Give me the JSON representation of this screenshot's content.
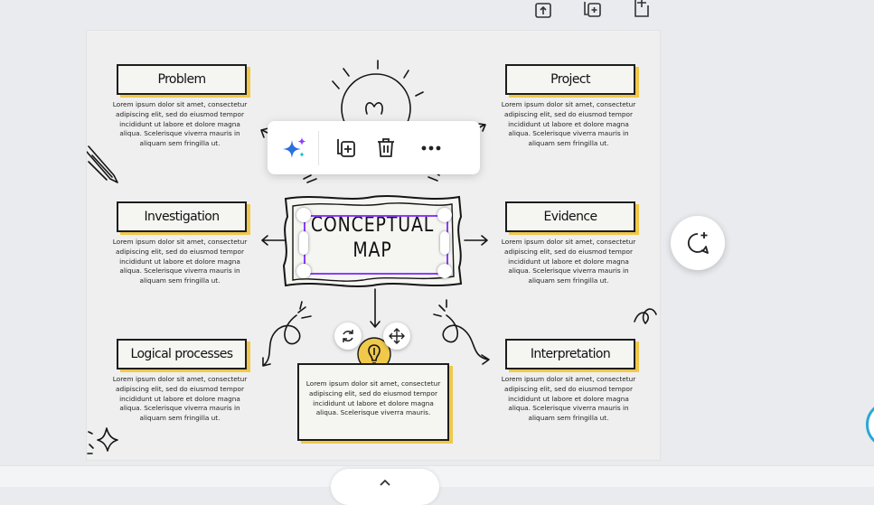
{
  "top_toolbar": {
    "icons": [
      "upload-page-icon",
      "duplicate-page-icon",
      "add-page-icon"
    ]
  },
  "mind_map": {
    "center_title_line1": "CONCEPTUAL",
    "center_title_line2": "MAP",
    "nodes": [
      {
        "title": "Problem",
        "body": "Lorem ipsum dolor sit amet, consectetur adipiscing elit, sed do eiusmod tempor incididunt ut labore et dolore magna aliqua. Scelerisque viverra mauris in aliquam sem fringilla ut."
      },
      {
        "title": "Project",
        "body": "Lorem ipsum dolor sit amet, consectetur adipiscing elit, sed do eiusmod tempor incididunt ut labore et dolore magna aliqua. Scelerisque viverra mauris in aliquam sem fringilla ut."
      },
      {
        "title": "Investigation",
        "body": "Lorem ipsum dolor sit amet, consectetur adipiscing elit, sed do eiusmod tempor incididunt ut labore et dolore magna aliqua. Scelerisque viverra mauris in aliquam sem fringilla ut."
      },
      {
        "title": "Evidence",
        "body": "Lorem ipsum dolor sit amet, consectetur adipiscing elit, sed do eiusmod tempor incididunt ut labore et dolore magna aliqua. Scelerisque viverra mauris in aliquam sem fringilla ut."
      },
      {
        "title": "Logical processes",
        "body": "Lorem ipsum dolor sit amet, consectetur adipiscing elit, sed do eiusmod tempor incididunt ut labore et dolore magna aliqua. Scelerisque viverra mauris in aliquam sem fringilla ut."
      },
      {
        "title": "Interpretation",
        "body": "Lorem ipsum dolor sit amet, consectetur adipiscing elit, sed do eiusmod tempor incididunt ut labore et dolore magna aliqua. Scelerisque viverra mauris in aliquam sem fringilla ut."
      }
    ],
    "bottom_box_text": "Lorem ipsum dolor sit amet, consectetur adipiscing elit, sed do eiusmod tempor incididunt ut labore et dolore magna aliqua. Scelerisque viverra mauris."
  },
  "context_toolbar": {
    "buttons": [
      "magic-sparkle-icon",
      "duplicate-icon",
      "delete-icon",
      "more-icon"
    ]
  },
  "selection_handles": [
    "rotate-icon",
    "move-icon"
  ],
  "comment_button_icon": "add-comment-icon",
  "pages_toggle_icon": "chevron-up-icon",
  "colors": {
    "accent_yellow": "#f0c84a",
    "selection_purple": "#8b3dff",
    "canvas_bg": "#efefef",
    "edge_blue": "#2aa7d8"
  }
}
